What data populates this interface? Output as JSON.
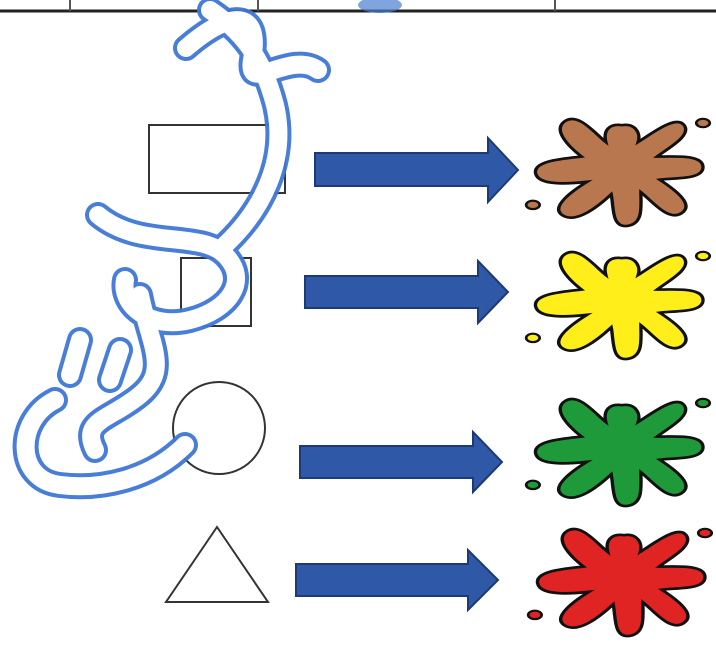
{
  "header_strip": {
    "visible": true
  },
  "handwriting": {
    "text": "المطابقة",
    "color": "#3f78d6",
    "style": "outlined-calligraphy"
  },
  "rows": [
    {
      "shape": "rectangle",
      "arrow_color": "#2f58a6",
      "splat_color": "#b9774f",
      "splat_name": "brown-paint-splat"
    },
    {
      "shape": "square",
      "arrow_color": "#2f58a6",
      "splat_color": "#ffee1a",
      "splat_name": "yellow-paint-splat"
    },
    {
      "shape": "circle",
      "arrow_color": "#2f58a6",
      "splat_color": "#1e9a3a",
      "splat_name": "green-paint-splat"
    },
    {
      "shape": "triangle",
      "arrow_color": "#2f58a6",
      "splat_color": "#e02323",
      "splat_name": "red-paint-splat"
    }
  ]
}
